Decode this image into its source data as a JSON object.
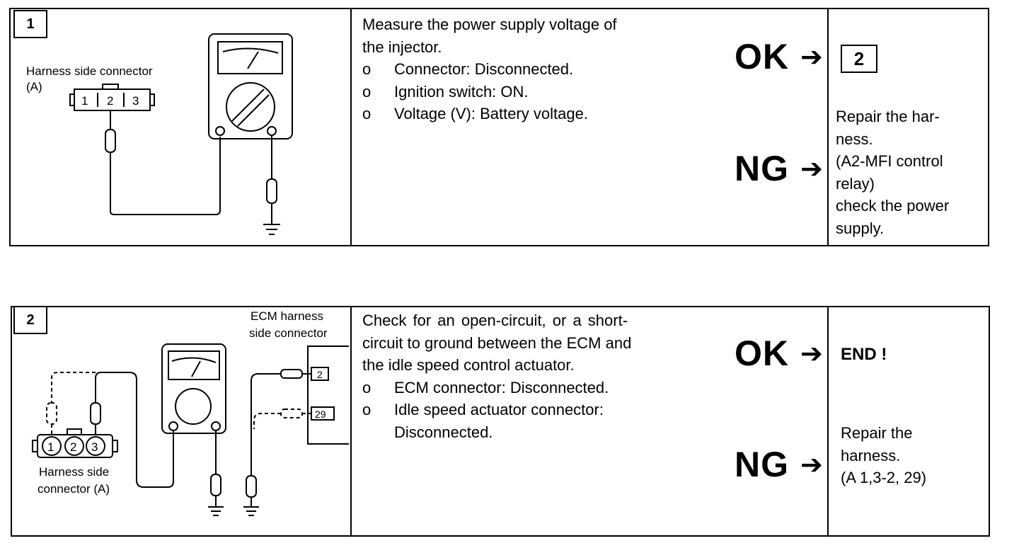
{
  "step1": {
    "number": "1",
    "diagram": {
      "connector_label_line1": "Harness side connector",
      "connector_label_line2": "(A)",
      "pins": [
        "1",
        "2",
        "3"
      ]
    },
    "description_lines": [
      "Measure the power supply voltage of",
      "the injector."
    ],
    "bullets": [
      {
        "marker": "o",
        "text": "Connector: Disconnected."
      },
      {
        "marker": "o",
        "text": "Ignition switch: ON."
      },
      {
        "marker": "o",
        "text": "Voltage (V): Battery voltage."
      }
    ],
    "ok_label": "OK",
    "ng_label": "NG",
    "arrow": "➔",
    "ok_goto": "2",
    "ng_result_lines": [
      "Repair the har-",
      "ness.",
      "(A2-MFI control",
      "relay)",
      "check the power",
      "supply."
    ]
  },
  "step2": {
    "number": "2",
    "diagram": {
      "ecm_label_line1": "ECM harness",
      "ecm_label_line2": "side connector",
      "ecm_pins": [
        "2",
        "29"
      ],
      "connector_label_line1": "Harness side",
      "connector_label_line2": "connector (A)",
      "pins": [
        "1",
        "2",
        "3"
      ]
    },
    "description_lines": [
      "Check for an open-circuit, or a short-",
      "circuit to ground between the ECM and",
      "the idle speed control actuator."
    ],
    "bullets": [
      {
        "marker": "o",
        "text": "ECM connector: Disconnected."
      },
      {
        "marker": "o",
        "text": "Idle speed actuator connector:"
      },
      {
        "marker": "",
        "text": "Disconnected."
      }
    ],
    "ok_label": "OK",
    "ng_label": "NG",
    "arrow": "➔",
    "ok_result": "END !",
    "ng_result_lines": [
      "Repair the",
      "harness.",
      "(A 1,3-2, 29)"
    ]
  }
}
